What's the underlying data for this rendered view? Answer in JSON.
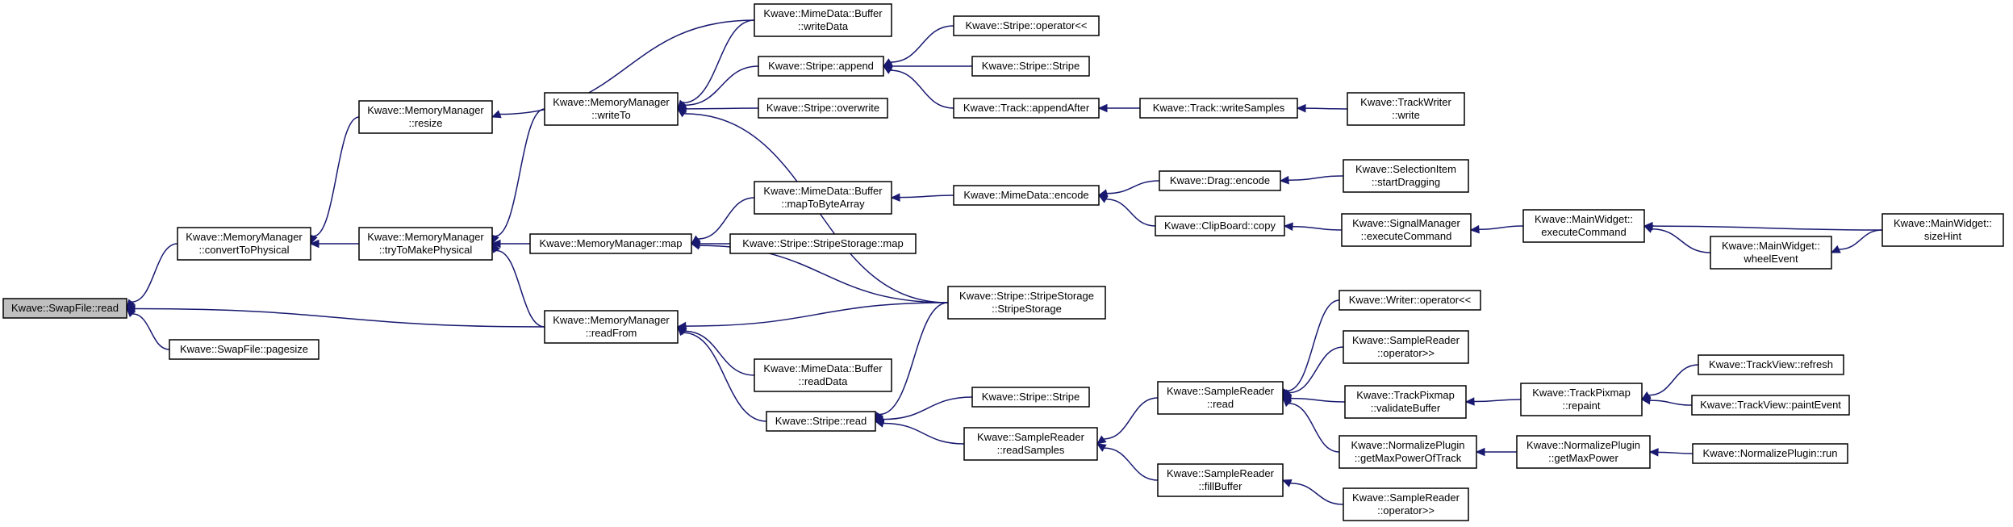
{
  "nodes": [
    {
      "id": "swap_read",
      "lines": [
        "Kwave::SwapFile::read"
      ],
      "root": true
    },
    {
      "id": "swap_pagesize",
      "lines": [
        "Kwave::SwapFile::pagesize"
      ]
    },
    {
      "id": "mm_convert",
      "lines": [
        "Kwave::MemoryManager",
        "::convertToPhysical"
      ]
    },
    {
      "id": "mm_resize",
      "lines": [
        "Kwave::MemoryManager",
        "::resize"
      ]
    },
    {
      "id": "mm_try",
      "lines": [
        "Kwave::MemoryManager",
        "::tryToMakePhysical"
      ]
    },
    {
      "id": "mm_writeto",
      "lines": [
        "Kwave::MemoryManager",
        "::writeTo"
      ]
    },
    {
      "id": "mm_map",
      "lines": [
        "Kwave::MemoryManager::map"
      ]
    },
    {
      "id": "mm_readfrom",
      "lines": [
        "Kwave::MemoryManager",
        "::readFrom"
      ]
    },
    {
      "id": "mdb_write",
      "lines": [
        "Kwave::MimeData::Buffer",
        "::writeData"
      ]
    },
    {
      "id": "stripe_append",
      "lines": [
        "Kwave::Stripe::append"
      ]
    },
    {
      "id": "stripe_overwrite",
      "lines": [
        "Kwave::Stripe::overwrite"
      ]
    },
    {
      "id": "mdb_map",
      "lines": [
        "Kwave::MimeData::Buffer",
        "::mapToByteArray"
      ]
    },
    {
      "id": "ss_map",
      "lines": [
        "Kwave::Stripe::StripeStorage::map"
      ]
    },
    {
      "id": "mdb_read",
      "lines": [
        "Kwave::MimeData::Buffer",
        "::readData"
      ]
    },
    {
      "id": "stripe_read",
      "lines": [
        "Kwave::Stripe::read"
      ]
    },
    {
      "id": "stripe_op",
      "lines": [
        "Kwave::Stripe::operator<<"
      ]
    },
    {
      "id": "stripe_stripe1",
      "lines": [
        "Kwave::Stripe::Stripe"
      ]
    },
    {
      "id": "track_append",
      "lines": [
        "Kwave::Track::appendAfter"
      ]
    },
    {
      "id": "md_encode",
      "lines": [
        "Kwave::MimeData::encode"
      ]
    },
    {
      "id": "ss_ctor",
      "lines": [
        "Kwave::Stripe::StripeStorage",
        "::StripeStorage"
      ]
    },
    {
      "id": "stripe_stripe2",
      "lines": [
        "Kwave::Stripe::Stripe"
      ]
    },
    {
      "id": "sr_readsamples",
      "lines": [
        "Kwave::SampleReader",
        "::readSamples"
      ]
    },
    {
      "id": "track_write",
      "lines": [
        "Kwave::Track::writeSamples"
      ]
    },
    {
      "id": "drag_encode",
      "lines": [
        "Kwave::Drag::encode"
      ]
    },
    {
      "id": "clip_copy",
      "lines": [
        "Kwave::ClipBoard::copy"
      ]
    },
    {
      "id": "sr_read",
      "lines": [
        "Kwave::SampleReader",
        "::read"
      ]
    },
    {
      "id": "sr_fill",
      "lines": [
        "Kwave::SampleReader",
        "::fillBuffer"
      ]
    },
    {
      "id": "tw_write",
      "lines": [
        "Kwave::TrackWriter",
        "::write"
      ]
    },
    {
      "id": "sel_drag",
      "lines": [
        "Kwave::SelectionItem",
        "::startDragging"
      ]
    },
    {
      "id": "sm_exec",
      "lines": [
        "Kwave::SignalManager",
        "::executeCommand"
      ]
    },
    {
      "id": "writer_op",
      "lines": [
        "Kwave::Writer::operator<<"
      ]
    },
    {
      "id": "sr_op1",
      "lines": [
        "Kwave::SampleReader",
        "::operator>>"
      ]
    },
    {
      "id": "tp_validate",
      "lines": [
        "Kwave::TrackPixmap",
        "::validateBuffer"
      ]
    },
    {
      "id": "np_maxtrack",
      "lines": [
        "Kwave::NormalizePlugin",
        "::getMaxPowerOfTrack"
      ]
    },
    {
      "id": "sr_op2",
      "lines": [
        "Kwave::SampleReader",
        "::operator>>"
      ]
    },
    {
      "id": "mw_exec",
      "lines": [
        "Kwave::MainWidget::",
        "executeCommand"
      ]
    },
    {
      "id": "mw_wheel",
      "lines": [
        "Kwave::MainWidget::",
        "wheelEvent"
      ]
    },
    {
      "id": "tp_repaint",
      "lines": [
        "Kwave::TrackPixmap",
        "::repaint"
      ]
    },
    {
      "id": "np_maxpower",
      "lines": [
        "Kwave::NormalizePlugin",
        "::getMaxPower"
      ]
    },
    {
      "id": "mw_size",
      "lines": [
        "Kwave::MainWidget::",
        "sizeHint"
      ]
    },
    {
      "id": "tv_refresh",
      "lines": [
        "Kwave::TrackView::refresh"
      ]
    },
    {
      "id": "tv_paint",
      "lines": [
        "Kwave::TrackView::paintEvent"
      ]
    },
    {
      "id": "np_run",
      "lines": [
        "Kwave::NormalizePlugin::run"
      ]
    }
  ],
  "edges": [
    {
      "from": "swap_pagesize",
      "to": "swap_read"
    },
    {
      "from": "mm_convert",
      "to": "swap_read"
    },
    {
      "from": "mm_readfrom",
      "to": "swap_read"
    },
    {
      "from": "mm_try",
      "to": "mm_convert"
    },
    {
      "from": "mm_resize",
      "to": "mm_convert"
    },
    {
      "from": "mm_writeto",
      "to": "mm_try"
    },
    {
      "from": "mm_map",
      "to": "mm_try"
    },
    {
      "from": "mm_readfrom",
      "to": "mm_try"
    },
    {
      "from": "mdb_write",
      "to": "mm_resize"
    },
    {
      "from": "mdb_write",
      "to": "mm_writeto"
    },
    {
      "from": "stripe_append",
      "to": "mm_writeto"
    },
    {
      "from": "stripe_overwrite",
      "to": "mm_writeto"
    },
    {
      "from": "ss_ctor",
      "to": "mm_writeto"
    },
    {
      "from": "mdb_map",
      "to": "mm_map"
    },
    {
      "from": "ss_map",
      "to": "mm_map"
    },
    {
      "from": "ss_ctor",
      "to": "mm_map"
    },
    {
      "from": "ss_ctor",
      "to": "mm_readfrom"
    },
    {
      "from": "mdb_read",
      "to": "mm_readfrom"
    },
    {
      "from": "stripe_read",
      "to": "mm_readfrom"
    },
    {
      "from": "stripe_op",
      "to": "stripe_append"
    },
    {
      "from": "stripe_stripe1",
      "to": "stripe_append"
    },
    {
      "from": "track_append",
      "to": "stripe_append"
    },
    {
      "from": "md_encode",
      "to": "mdb_map"
    },
    {
      "from": "ss_ctor",
      "to": "stripe_read"
    },
    {
      "from": "stripe_stripe2",
      "to": "stripe_read"
    },
    {
      "from": "sr_readsamples",
      "to": "stripe_read"
    },
    {
      "from": "track_write",
      "to": "track_append"
    },
    {
      "from": "drag_encode",
      "to": "md_encode"
    },
    {
      "from": "clip_copy",
      "to": "md_encode"
    },
    {
      "from": "sr_read",
      "to": "sr_readsamples"
    },
    {
      "from": "sr_fill",
      "to": "sr_readsamples"
    },
    {
      "from": "tw_write",
      "to": "track_write"
    },
    {
      "from": "sel_drag",
      "to": "drag_encode"
    },
    {
      "from": "sm_exec",
      "to": "clip_copy"
    },
    {
      "from": "writer_op",
      "to": "sr_read"
    },
    {
      "from": "sr_op1",
      "to": "sr_read"
    },
    {
      "from": "tp_validate",
      "to": "sr_read"
    },
    {
      "from": "np_maxtrack",
      "to": "sr_read"
    },
    {
      "from": "sr_op2",
      "to": "sr_fill"
    },
    {
      "from": "mw_exec",
      "to": "sm_exec"
    },
    {
      "from": "mw_wheel",
      "to": "mw_exec"
    },
    {
      "from": "mw_size",
      "to": "mw_exec"
    },
    {
      "from": "mw_size",
      "to": "mw_wheel"
    },
    {
      "from": "tp_repaint",
      "to": "tp_validate"
    },
    {
      "from": "np_maxpower",
      "to": "np_maxtrack"
    },
    {
      "from": "tv_refresh",
      "to": "tp_repaint"
    },
    {
      "from": "tv_paint",
      "to": "tp_repaint"
    },
    {
      "from": "np_run",
      "to": "np_maxpower"
    }
  ]
}
